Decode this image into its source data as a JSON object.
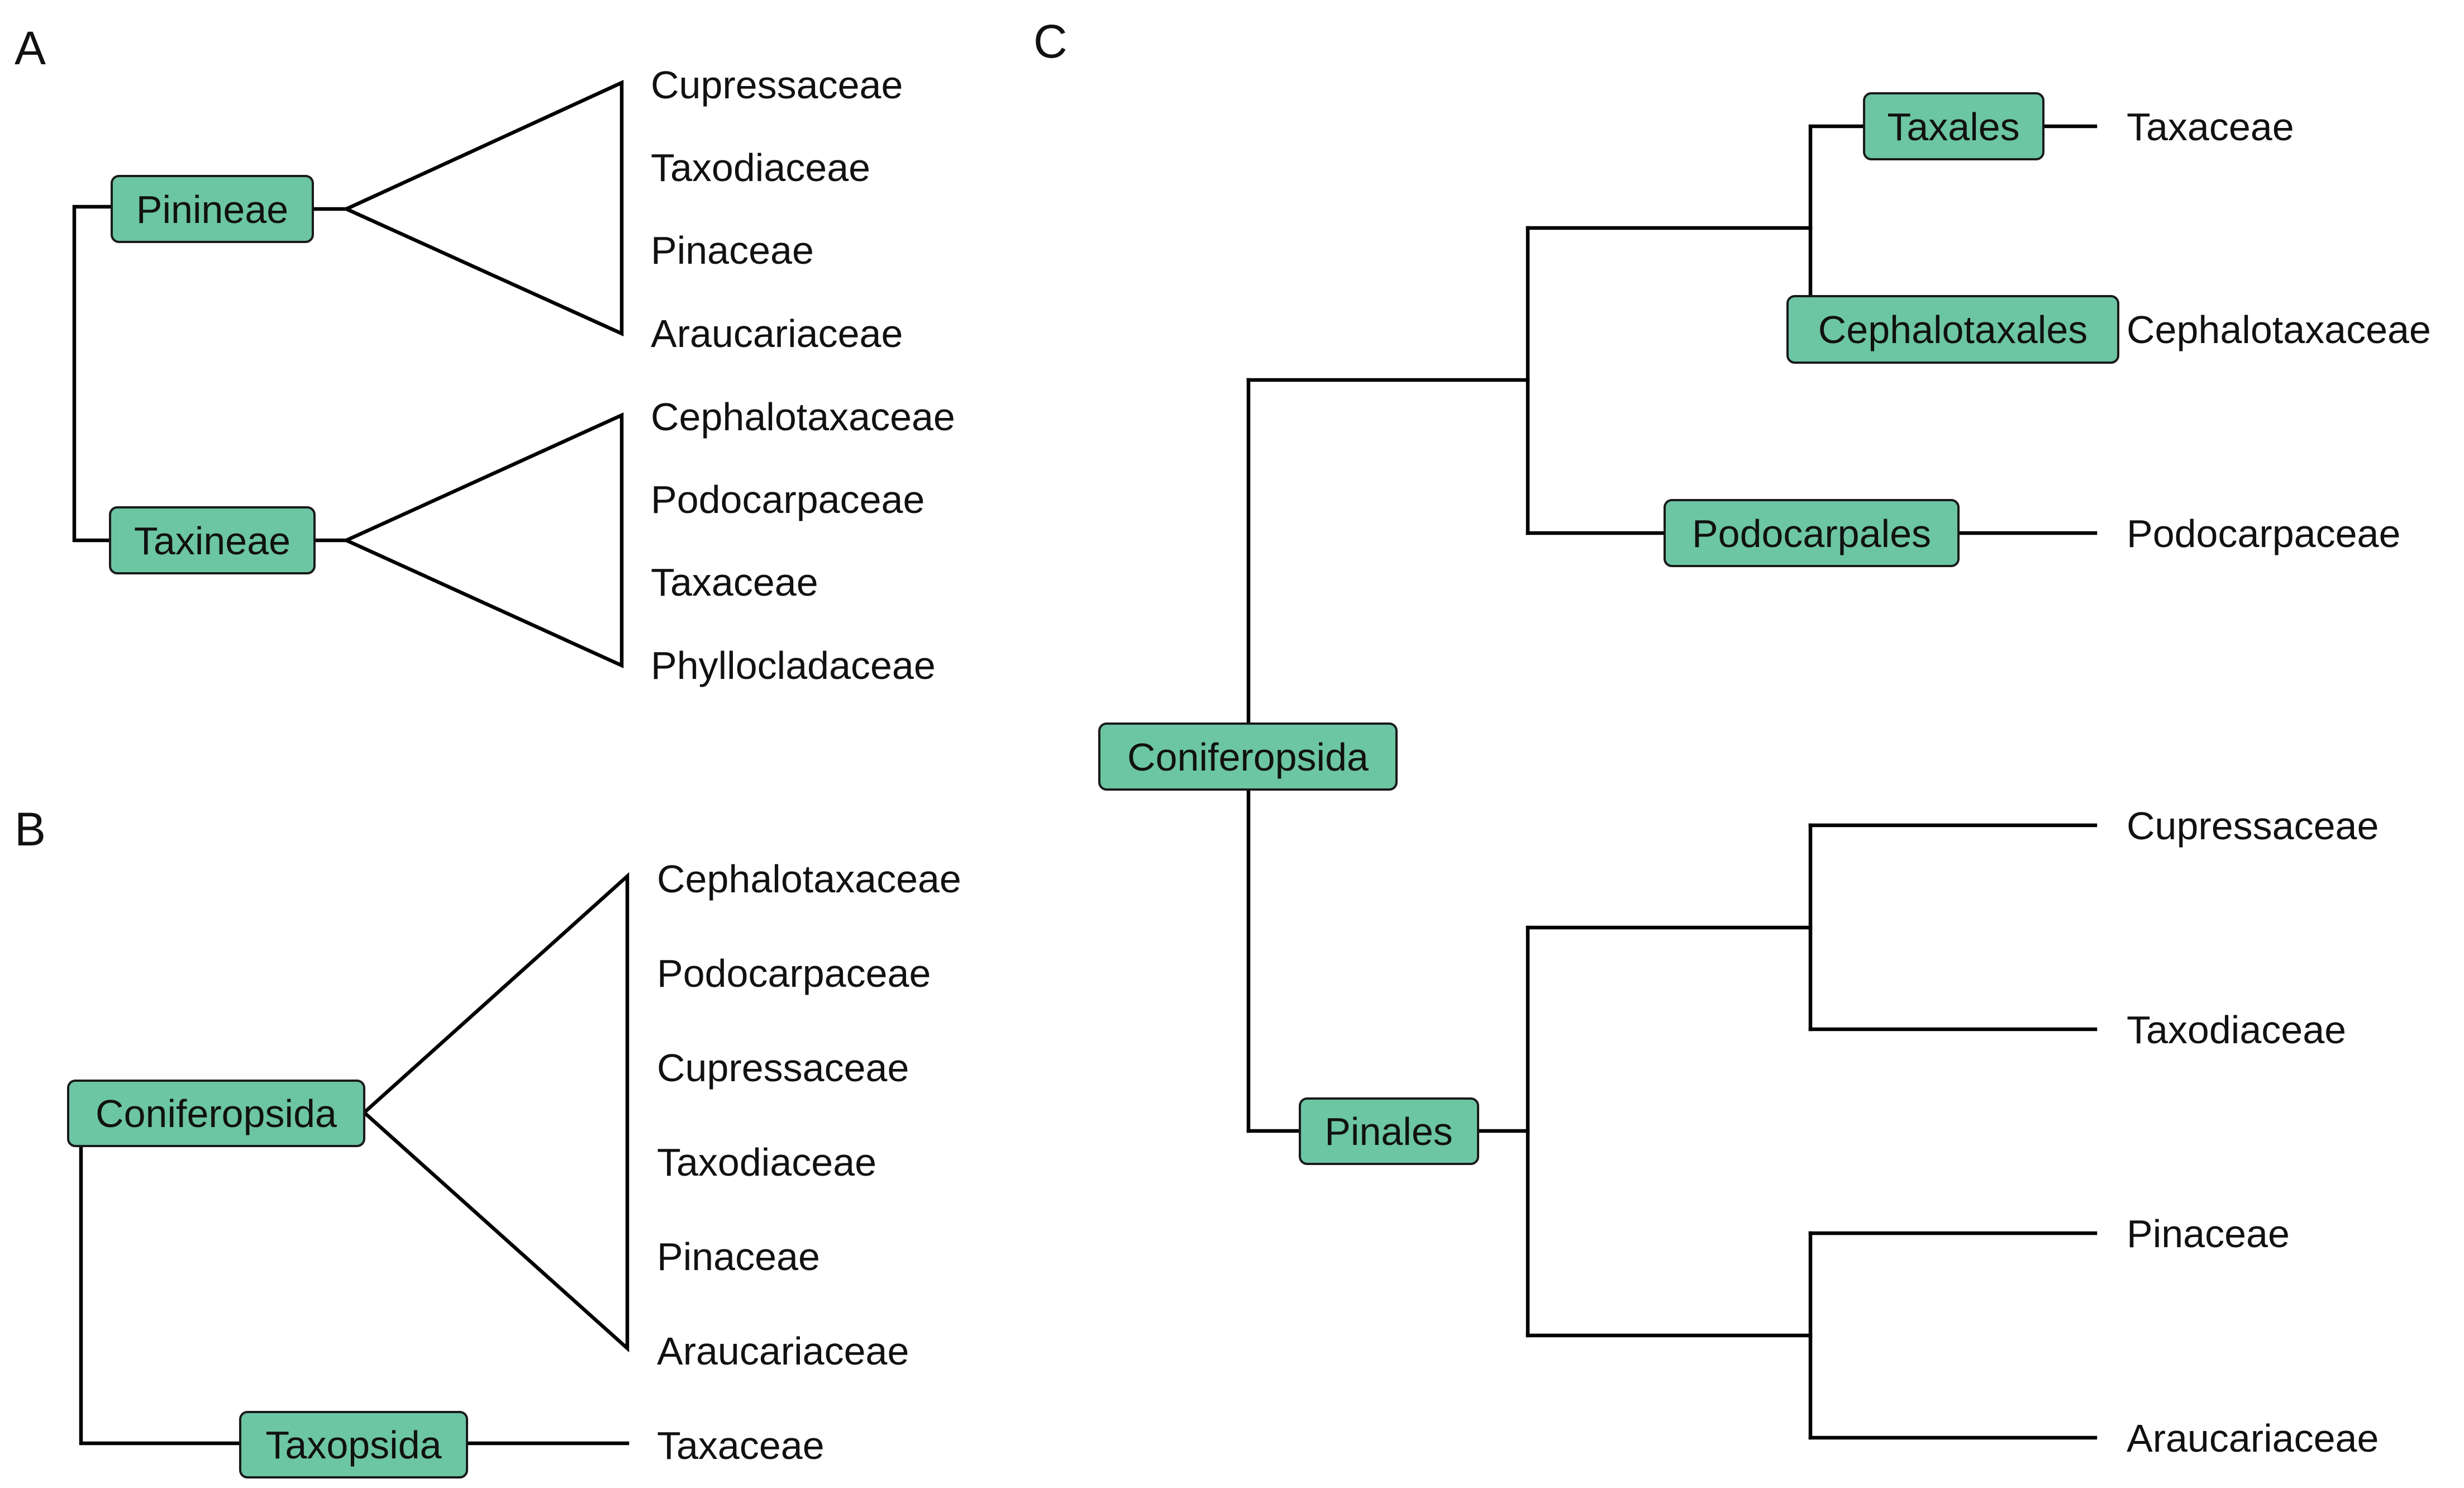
{
  "panels": {
    "A": {
      "panel_label": "A",
      "nodes": {
        "pinineae": "Pinineae",
        "taxineae": "Taxineae"
      },
      "leaves": [
        "Cupressaceae",
        "Taxodiaceae",
        "Pinaceae",
        "Araucariaceae",
        "Cephalotaxaceae",
        "Podocarpaceae",
        "Taxaceae",
        "Phyllocladaceae"
      ]
    },
    "B": {
      "panel_label": "B",
      "nodes": {
        "coniferopsida": "Coniferopsida",
        "taxopsida": "Taxopsida"
      },
      "leaves": [
        "Cephalotaxaceae",
        "Podocarpaceae",
        "Cupressaceae",
        "Taxodiaceae",
        "Pinaceae",
        "Araucariaceae",
        "Taxaceae"
      ]
    },
    "C": {
      "panel_label": "C",
      "nodes": {
        "taxales": "Taxales",
        "cephalotaxales": "Cephalotaxales",
        "podocarpales": "Podocarpales",
        "coniferopsida": "Coniferopsida",
        "pinales": "Pinales"
      },
      "leaves": [
        "Taxaceae",
        "Cephalotaxaceae",
        "Podocarpaceae",
        "Cupressaceae",
        "Taxodiaceae",
        "Pinaceae",
        "Araucariaceae"
      ]
    }
  },
  "colors": {
    "node_fill": "#6cc5a3",
    "line": "#000000"
  }
}
